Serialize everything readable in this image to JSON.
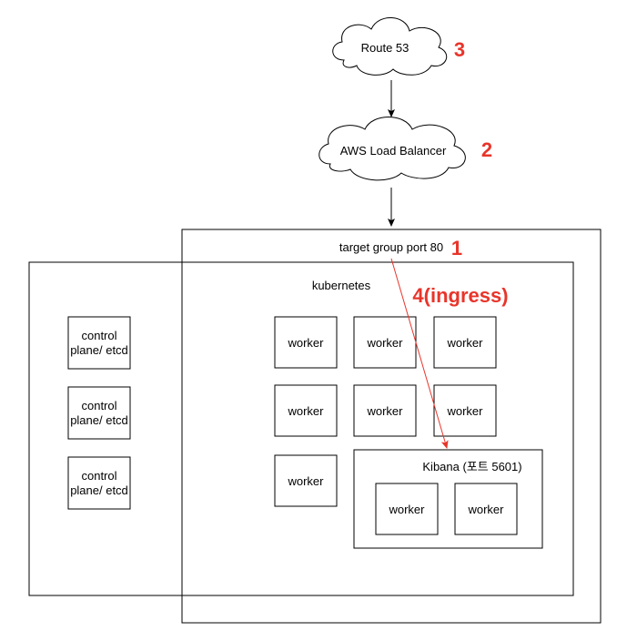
{
  "route53": {
    "label": "Route 53",
    "step": "3"
  },
  "load_balancer": {
    "label": "AWS Load Balancer",
    "step": "2"
  },
  "target_group": {
    "label": "target group port 80",
    "step": "1"
  },
  "ingress": {
    "label": "4(ingress)"
  },
  "kubernetes": {
    "label": "kubernetes"
  },
  "control_planes": [
    {
      "line1": "control",
      "line2": "plane/ etcd"
    },
    {
      "line1": "control",
      "line2": "plane/ etcd"
    },
    {
      "line1": "control",
      "line2": "plane/ etcd"
    }
  ],
  "workers": [
    {
      "label": "worker"
    },
    {
      "label": "worker"
    },
    {
      "label": "worker"
    },
    {
      "label": "worker"
    },
    {
      "label": "worker"
    },
    {
      "label": "worker"
    },
    {
      "label": "worker"
    }
  ],
  "kibana": {
    "label": "Kibana (포트 5601)",
    "workers": [
      {
        "label": "worker"
      },
      {
        "label": "worker"
      }
    ]
  },
  "colors": {
    "accent": "#e8352b",
    "stroke": "#000000",
    "fill": "#ffffff"
  }
}
